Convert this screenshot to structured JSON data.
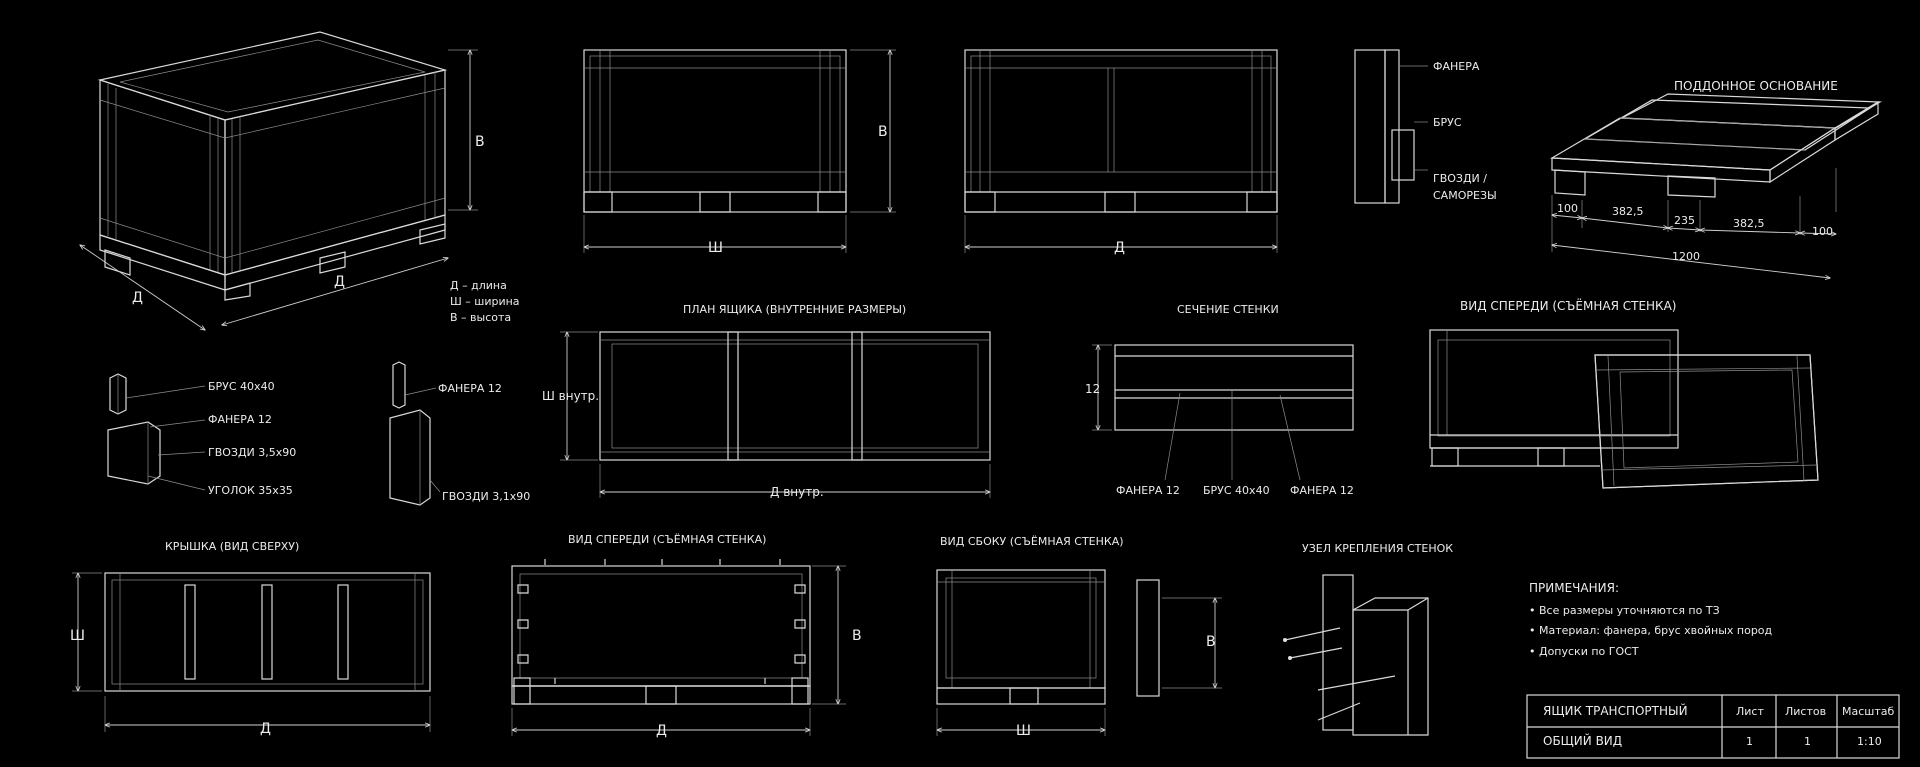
{
  "labels": {
    "dim_b": "В",
    "dim_sh": "Ш",
    "dim_d": "Д",
    "legend_d": "Д – длина",
    "legend_sh": "Ш – ширина",
    "legend_b": "В – высота",
    "section_faner": "ФАНЕРА",
    "section_brus": "БРУС",
    "section_gvozdi": "ГВОЗДИ /",
    "section_samorezy": "САМОРЕЗЫ",
    "pallet_title": "ПОДДОННОЕ ОСНОВАНИЕ",
    "pallet_100a": "100",
    "pallet_382a": "382,5",
    "pallet_235": "235",
    "pallet_382b": "382,5",
    "pallet_100b": "100",
    "pallet_1200": "1200",
    "plan_title": "ПЛАН ЯЩИКА (ВНУТРЕННИЕ РАЗМЕРЫ)",
    "plan_sh": "Ш внутр.",
    "plan_d": "Д внутр.",
    "wall_title": "СЕЧЕНИЕ СТЕНКИ",
    "wall_12": "12",
    "wall_faner_left": "ФАНЕРА 12",
    "wall_brus": "БРУС 40x40",
    "wall_faner_right": "ФАНЕРА 12",
    "front_removable_top": "ВИД СПЕРЕДИ (СЪЁМНАЯ СТЕНКА)",
    "mat_brus": "БРУС 40x40",
    "mat_faner": "ФАНЕРА 12",
    "mat_gvozdi": "ГВОЗДИ 3,5x90",
    "mat_ugolok": "УГОЛОК 35x35",
    "mat2_faner": "ФАНЕРА 12",
    "mat2_gvozdi": "ГВОЗДИ 3,1x90",
    "lid_title": "КРЫШКА (ВИД СВЕРХУ)",
    "front_bottom_title": "ВИД СПЕРЕДИ (СЪЁМНАЯ СТЕНКА)",
    "side_bottom_title": "ВИД СБОКУ (СЪЁМНАЯ СТЕНКА)",
    "joint_title": "УЗЕЛ КРЕПЛЕНИЯ СТЕНОК"
  },
  "notes": {
    "title": "ПРИМЕЧАНИЯ:",
    "items": [
      "• Все размеры уточняются по ТЗ",
      "• Материал: фанера, брус хвойных пород",
      "• Допуски по ГОСТ"
    ]
  },
  "title_block": {
    "name": "ЯЩИК ТРАНСПОРТНЫЙ",
    "view": "ОБЩИЙ ВИД",
    "col_sheet": "Лист",
    "col_sheets": "Листов",
    "col_scale": "Масштаб",
    "sheet": "1",
    "sheets": "1",
    "scale": "1:10"
  },
  "colors": {
    "background": "#000000",
    "line": "#d9d9d9"
  }
}
